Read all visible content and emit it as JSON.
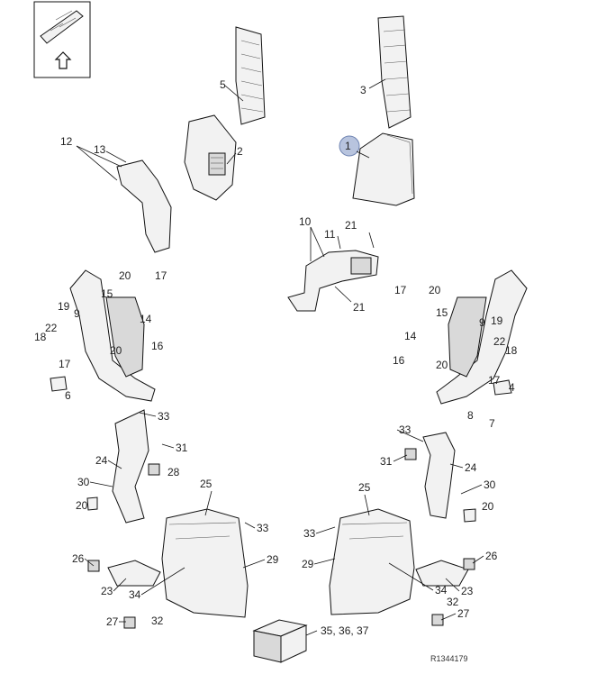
{
  "diagram": {
    "reference": "R1344179",
    "highlighted_callout": "1",
    "callouts": [
      "1",
      "2",
      "3",
      "4",
      "5",
      "6",
      "7",
      "8",
      "9",
      "10",
      "11",
      "12",
      "13",
      "14",
      "15",
      "16",
      "17",
      "18",
      "19",
      "20",
      "21",
      "22",
      "23",
      "24",
      "25",
      "26",
      "27",
      "28",
      "29",
      "30",
      "31",
      "32",
      "33",
      "34",
      "35, 36, 37"
    ]
  }
}
